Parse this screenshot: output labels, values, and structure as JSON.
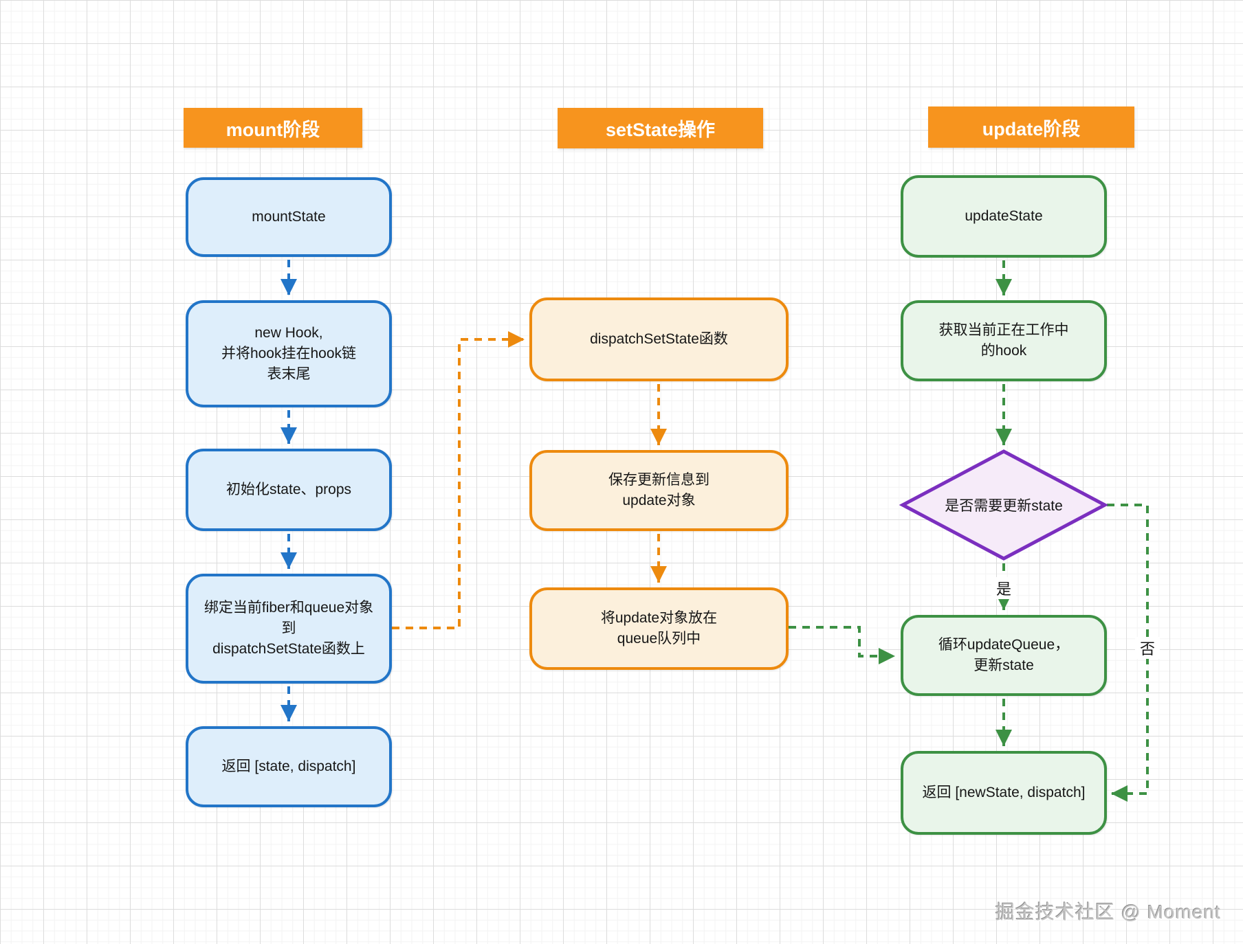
{
  "watermark": "掘金技术社区 @ Moment",
  "colors": {
    "header_bg": "#F7941E",
    "mount_border": "#2275C8",
    "mount_fill": "#DEEEFB",
    "setstate_border": "#ED8A0E",
    "setstate_fill": "#FCF0DC",
    "update_border": "#3D9144",
    "update_fill": "#E9F5EA",
    "decision_border": "#7B2FBF",
    "decision_fill": "#F6EBF9"
  },
  "flowchart": {
    "columns": [
      {
        "header": "mount阶段",
        "nodes": [
          {
            "label": "mountState"
          },
          {
            "label": "new Hook,\n并将hook挂在hook链\n表末尾"
          },
          {
            "label": "初始化state、props"
          },
          {
            "label": "绑定当前fiber和queue对象\n到\ndispatchSetState函数上"
          },
          {
            "label": "返回 [state, dispatch]"
          }
        ]
      },
      {
        "header": "setState操作",
        "nodes": [
          {
            "label": "dispatchSetState函数"
          },
          {
            "label": "保存更新信息到\nupdate对象"
          },
          {
            "label": "将update对象放在\nqueue队列中"
          }
        ]
      },
      {
        "header": "update阶段",
        "nodes": [
          {
            "label": "updateState"
          },
          {
            "label": "获取当前正在工作中\n的hook"
          },
          {
            "label": "是否需要更新state",
            "shape": "diamond"
          },
          {
            "label": "循环updateQueue，\n更新state"
          },
          {
            "label": "返回 [newState, dispatch]"
          }
        ]
      }
    ],
    "edge_labels": {
      "yes": "是",
      "no": "否"
    }
  }
}
